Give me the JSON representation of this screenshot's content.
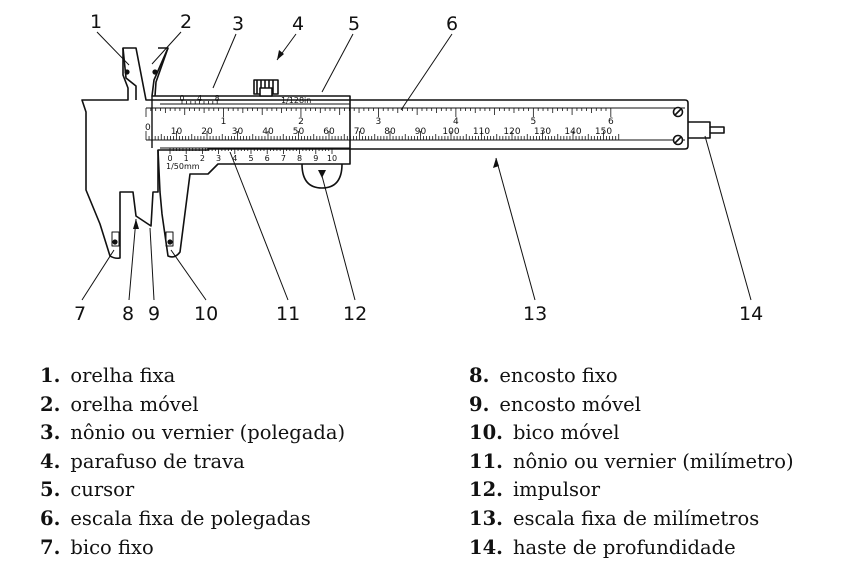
{
  "diagram": {
    "callouts": [
      "1",
      "2",
      "3",
      "4",
      "5",
      "6",
      "7",
      "8",
      "9",
      "10",
      "11",
      "12",
      "13",
      "14"
    ],
    "main_scale": {
      "zero": "0",
      "numbers": [
        "10",
        "20",
        "30",
        "40",
        "50",
        "60",
        "70",
        "80",
        "90",
        "100",
        "110",
        "120",
        "130",
        "140",
        "150"
      ]
    },
    "inch_scale": {
      "top_numbers": [
        "0",
        "4",
        "8"
      ],
      "big_numbers": [
        "1",
        "2",
        "3",
        "4",
        "5",
        "6"
      ],
      "cursor_label": "1/128in"
    },
    "vernier_mm": {
      "numbers": [
        "0",
        "1",
        "2",
        "3",
        "4",
        "5",
        "6",
        "7",
        "8",
        "9",
        "10"
      ],
      "label": "1/50mm"
    }
  },
  "legend": {
    "left": [
      {
        "num": "1.",
        "text": "orelha fixa"
      },
      {
        "num": "2.",
        "text": "orelha móvel"
      },
      {
        "num": "3.",
        "text": "nônio ou vernier (polegada)"
      },
      {
        "num": "4.",
        "text": "parafuso de trava"
      },
      {
        "num": "5.",
        "text": "cursor"
      },
      {
        "num": "6.",
        "text": "escala fixa de polegadas"
      },
      {
        "num": "7.",
        "text": "bico fixo"
      }
    ],
    "right": [
      {
        "num": "8.",
        "text": "encosto fixo"
      },
      {
        "num": "9.",
        "text": "encosto móvel"
      },
      {
        "num": "10.",
        "text": "bico móvel"
      },
      {
        "num": "11.",
        "text": "nônio ou vernier (milímetro)"
      },
      {
        "num": "12.",
        "text": "impulsor"
      },
      {
        "num": "13.",
        "text": "escala fixa de milímetros"
      },
      {
        "num": "14.",
        "text": "haste de profundidade"
      }
    ]
  }
}
